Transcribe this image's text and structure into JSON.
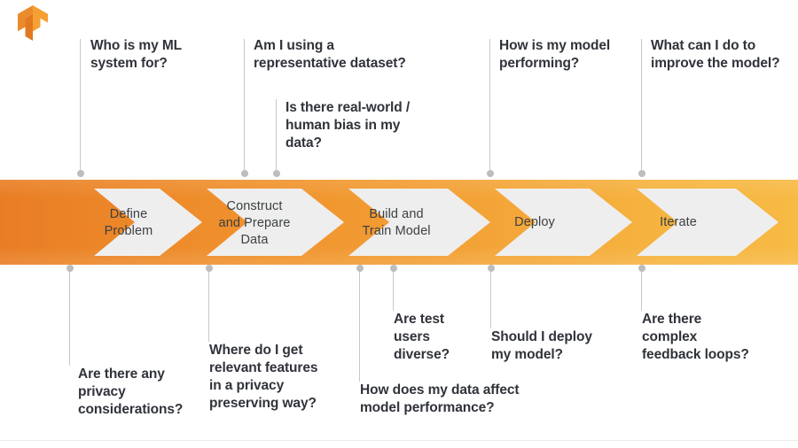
{
  "logo": {
    "name": "tensorflow-logo",
    "colors": {
      "light": "#f5a033",
      "mid": "#ec8b2c",
      "dark": "#e2781f"
    }
  },
  "theme": {
    "banner_gradient_start": "#e97d24",
    "banner_gradient_end": "#f7ba45",
    "chevron_fill": "#eeeeee",
    "text_dark": "#30333a",
    "stage_text": "#3c4043",
    "connector": "#c8c8c8",
    "dot": "#bdbdbd"
  },
  "pipeline": {
    "title": "ML workflow stages",
    "stages": [
      {
        "id": "define-problem",
        "label": "Define\nProblem"
      },
      {
        "id": "construct-and-prepare-data",
        "label": "Construct\nand Prepare\nData"
      },
      {
        "id": "build-and-train-model",
        "label": "Build and\nTrain Model"
      },
      {
        "id": "deploy",
        "label": "Deploy"
      },
      {
        "id": "iterate",
        "label": "Iterate"
      }
    ]
  },
  "questions_above": [
    {
      "id": "who-is-my-ml-system-for",
      "text": "Who is my ML\nsystem for?"
    },
    {
      "id": "am-i-using-a-representative-dataset",
      "text": "Am I using a\nrepresentative dataset?"
    },
    {
      "id": "is-there-real-world-human-bias-in-my-data",
      "text": "Is there real-world /\nhuman bias in my\ndata?"
    },
    {
      "id": "how-is-my-model-performing",
      "text": "How is my model\nperforming?"
    },
    {
      "id": "what-can-i-do-to-improve-the-model",
      "text": "What can I do to\nimprove the model?"
    }
  ],
  "questions_below": [
    {
      "id": "are-there-any-privacy-considerations",
      "text": "Are there any\nprivacy\nconsiderations?"
    },
    {
      "id": "where-do-i-get-relevant-features-in-a-privacy-preserving-way",
      "text": "Where do I get\nrelevant features\nin a privacy\npreserving way?"
    },
    {
      "id": "how-does-my-data-affect-model-performance",
      "text": "How does my data affect\nmodel performance?"
    },
    {
      "id": "are-test-users-diverse",
      "text": "Are test\nusers\ndiverse?"
    },
    {
      "id": "should-i-deploy-my-model",
      "text": "Should I deploy\nmy model?"
    },
    {
      "id": "are-there-complex-feedback-loops",
      "text": "Are there\ncomplex\nfeedback loops?"
    }
  ]
}
